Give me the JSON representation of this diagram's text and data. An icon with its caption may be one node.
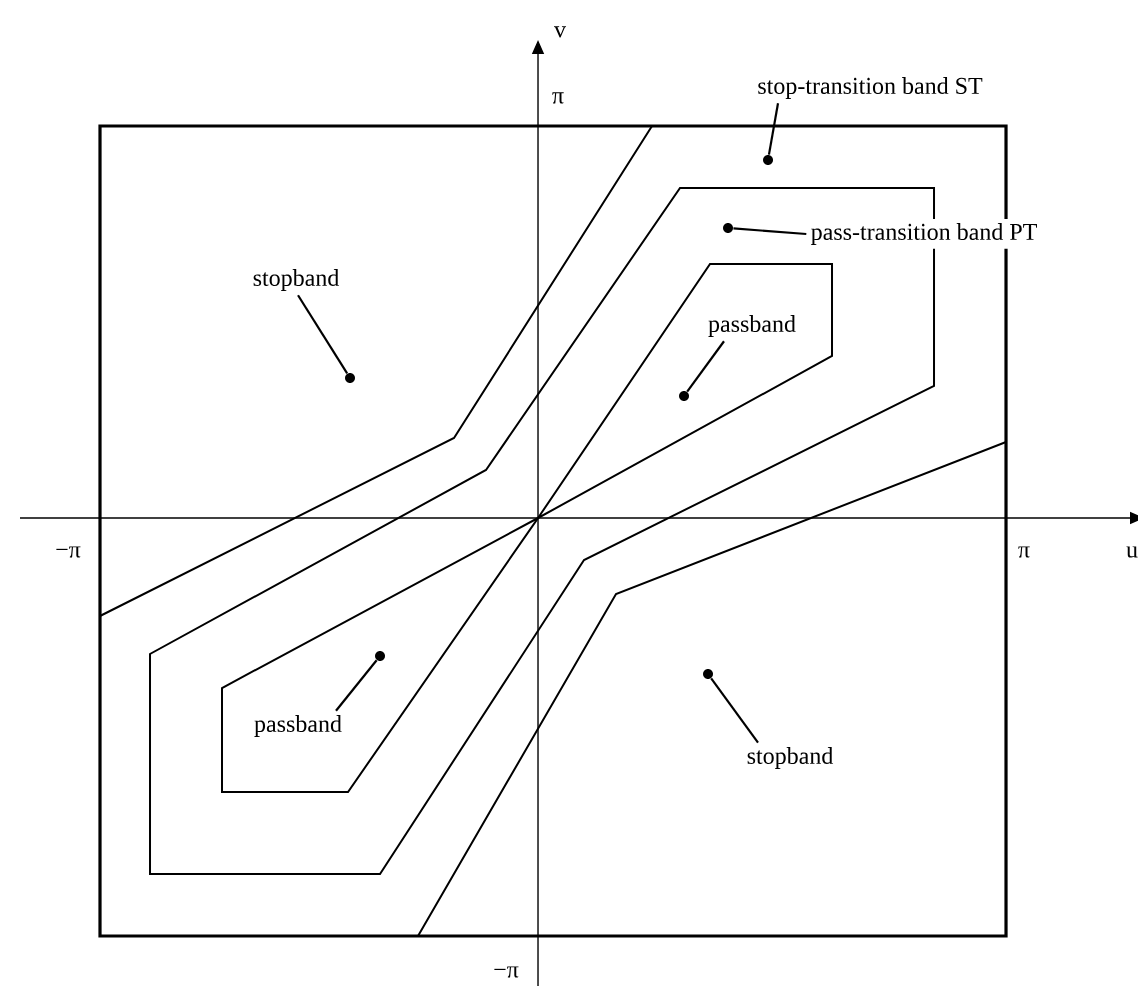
{
  "diagram": {
    "nodes": [
      {
        "text": [
          "stop-transition band ST"
        ]
      },
      {
        "text": [
          "pass-transition band PT"
        ]
      },
      {
        "text": [
          "stopband"
        ]
      },
      {
        "text": [
          "passband"
        ]
      },
      {
        "text": [
          "passband"
        ]
      },
      {
        "text": [
          "stopband"
        ]
      },
      {
        "text": [],
        "shape": "circle"
      },
      {
        "text": [],
        "shape": "circle"
      },
      {
        "text": [],
        "shape": "circle"
      },
      {
        "text": [],
        "shape": "circle"
      },
      {
        "text": [],
        "shape": "circle"
      },
      {
        "text": [],
        "shape": "circle"
      }
    ],
    "edges": [
      {
        "from": 0,
        "to": 6,
        "arrow": "none"
      },
      {
        "from": 1,
        "to": 7,
        "arrow": "none"
      },
      {
        "from": 2,
        "to": 8,
        "arrow": "none"
      },
      {
        "from": 3,
        "to": 9,
        "arrow": "none"
      },
      {
        "from": 4,
        "to": 10,
        "arrow": "none"
      },
      {
        "from": 5,
        "to": 11,
        "arrow": "none"
      }
    ],
    "labels": [
      "v",
      "π",
      "−π",
      "π",
      "u",
      "−π"
    ]
  }
}
